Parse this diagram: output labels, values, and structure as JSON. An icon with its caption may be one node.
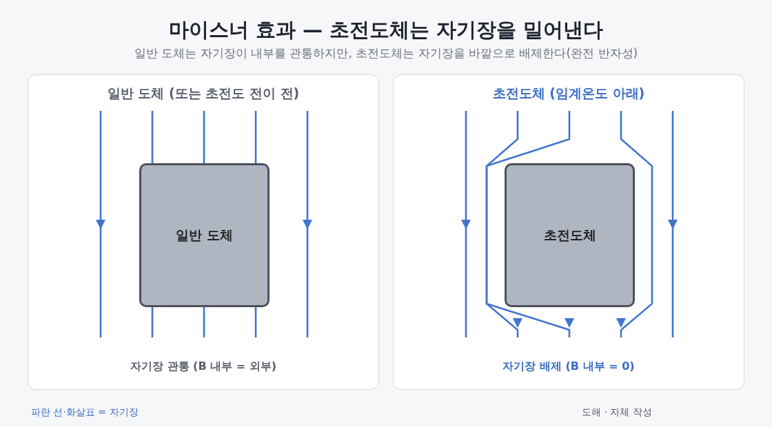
{
  "diagram": {
    "title": "마이스너 효과 — 초전도체는 자기장을 밀어낸다",
    "nodes": [
      {
        "text": [
          "일반 도체 (또는 초전도 전이 전)",
          "자기장 관통 (B 내부 = 외부)"
        ]
      },
      {
        "text": [
          "일반 도체"
        ],
        "in": 0
      },
      {
        "text": [
          "초전도체 (임계온도 아래)",
          "자기장 배제 (B 내부 = 0)"
        ]
      },
      {
        "text": [
          "초전도체"
        ],
        "in": 2
      }
    ],
    "labels": [
      "일반 도체는 자기장이 내부를 관통하지만, 초전도체는 자기장을 바깥으로 배제한다(완전 반자성)",
      "파란 선·화살표 = 자기장",
      "도해 · 자체 작성"
    ]
  }
}
